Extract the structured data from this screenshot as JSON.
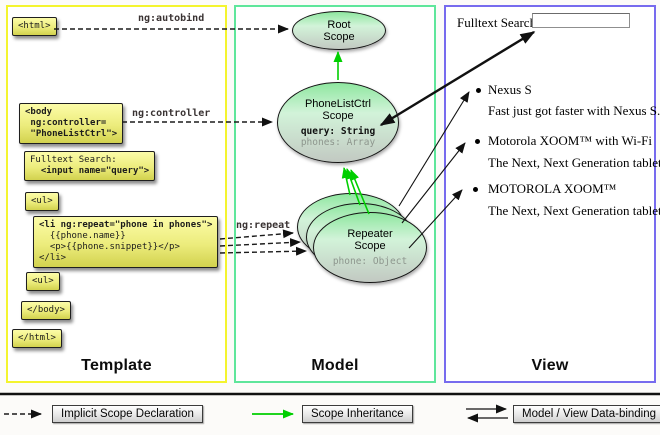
{
  "template_column": {
    "label": "Template",
    "boxes": {
      "html_open": "<html>",
      "body_open_lines": [
        "<body",
        " ng:controller=",
        " \"PhoneListCtrl\">"
      ],
      "fulltext_lines": [
        "Fulltext Search:",
        "  <input name=\"query\">"
      ],
      "ul_open": "<ul>",
      "li_lines": [
        "<li ng:repeat=\"phone in phones\">",
        "  {{phone.name}}",
        "  <p>{{phone.snippet}}</p>",
        "</li>"
      ],
      "ul_open_2": "<ul>",
      "body_close": "</body>",
      "html_close": "</html>"
    },
    "edge_labels": {
      "autobind": "ng:autobind",
      "controller": "ng:controller",
      "repeat": "ng:repeat"
    }
  },
  "model_column": {
    "label": "Model",
    "root_scope": {
      "line1": "Root",
      "line2": "Scope"
    },
    "phonelist_scope": {
      "line1": "PhoneListCtrl",
      "line2": "Scope",
      "prop1": "query: String",
      "prop2": "phones: Array"
    },
    "repeater_scope": {
      "line1": "Repeater",
      "line2": "Scope",
      "prop1": "phone: Object"
    }
  },
  "view_column": {
    "label": "View",
    "search_label": "Fulltext Search:",
    "search_value": "",
    "items": [
      {
        "title": "Nexus S",
        "desc": "Fast just got faster with Nexus S."
      },
      {
        "title": "Motorola XOOM™ with Wi-Fi",
        "desc": "The Next, Next Generation tablet."
      },
      {
        "title": "MOTOROLA XOOM™",
        "desc": "The Next, Next Generation tablet."
      }
    ]
  },
  "legend": {
    "implicit_label": "Implicit Scope Declaration",
    "inheritance_label": "Scope Inheritance",
    "binding_label": "Model / View Data-binding"
  },
  "colors": {
    "template_border": "#f4f42e",
    "model_border": "#5fe69b",
    "view_border": "#776bee",
    "code_box_top": "#fcfca8",
    "code_box_bottom": "#d2d24e",
    "scope_fill_top": "#8fe7a0",
    "scope_fill_bottom": "#c2c9c2",
    "inheritance_arrow": "#00cf00",
    "arrow_black": "#111111"
  }
}
